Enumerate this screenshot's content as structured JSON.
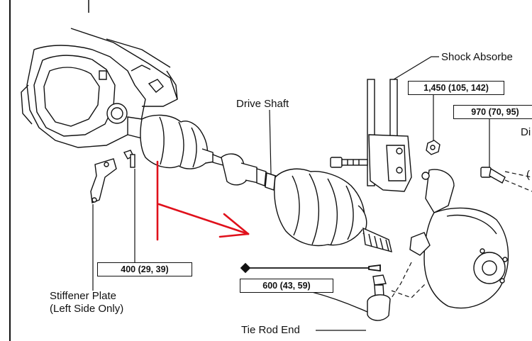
{
  "labels": {
    "shock_absorber": "Shock Absorbe",
    "drive_shaft": "Drive Shaft",
    "stiffener_plate_line1": "Stiffener Plate",
    "stiffener_plate_line2": "(Left Side Only)",
    "tie_rod_end": "Tie Rod End",
    "cutoff_right_1": "Di",
    "cutoff_right_2": "("
  },
  "torque_specs": {
    "shock_bolt": "1,450 (105, 142)",
    "knuckle_bolt": "970 (70, 95)",
    "stiffener_bolt": "400 (29, 39)",
    "tie_rod_nut": "600 (43, 59)"
  },
  "colors": {
    "line": "#111111",
    "annotation_arrow": "#e0101b",
    "background": "#ffffff"
  }
}
